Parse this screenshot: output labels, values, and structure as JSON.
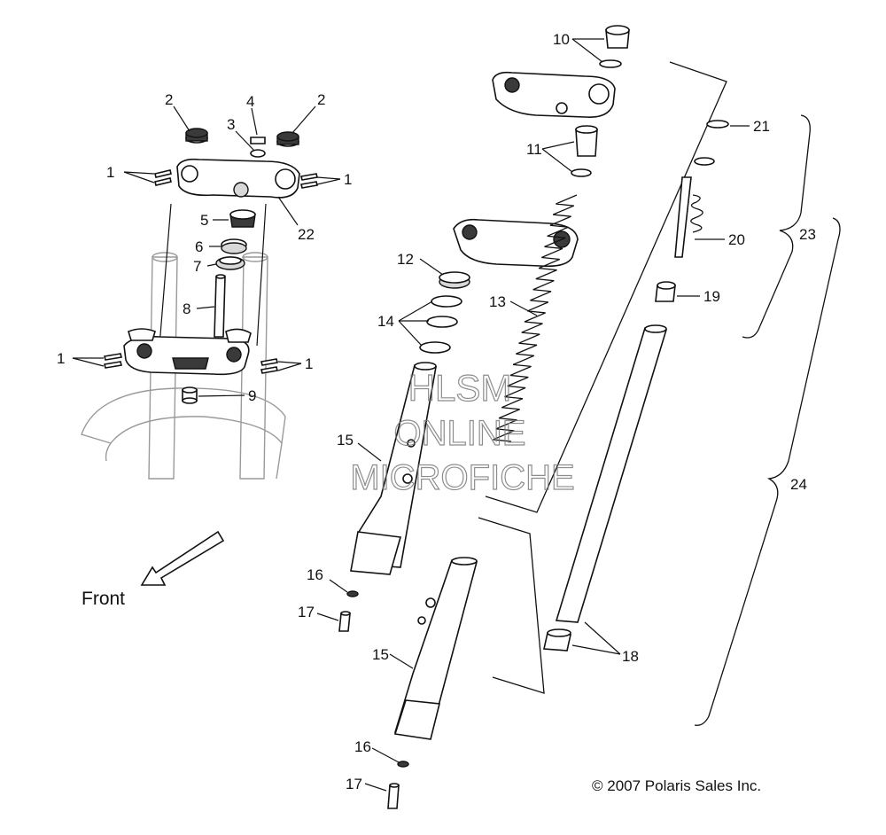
{
  "watermark": {
    "line1": "HLSM",
    "line2": "ONLINE",
    "line3": "MICROFICHE"
  },
  "front_label": "Front",
  "copyright": "© 2007 Polaris Sales Inc.",
  "callouts": {
    "c1": "1",
    "c2": "2",
    "c3": "3",
    "c4": "4",
    "c5": "5",
    "c6": "6",
    "c7": "7",
    "c8": "8",
    "c9": "9",
    "c10": "10",
    "c11": "11",
    "c12": "12",
    "c13": "13",
    "c14": "14",
    "c15": "15",
    "c16": "16",
    "c17": "17",
    "c18": "18",
    "c19": "19",
    "c20": "20",
    "c21": "21",
    "c22": "22",
    "c23": "23",
    "c24": "24"
  },
  "colors": {
    "ink": "#111111",
    "watermark": "#7a7a7a",
    "ghost": "#9a9a9a"
  }
}
